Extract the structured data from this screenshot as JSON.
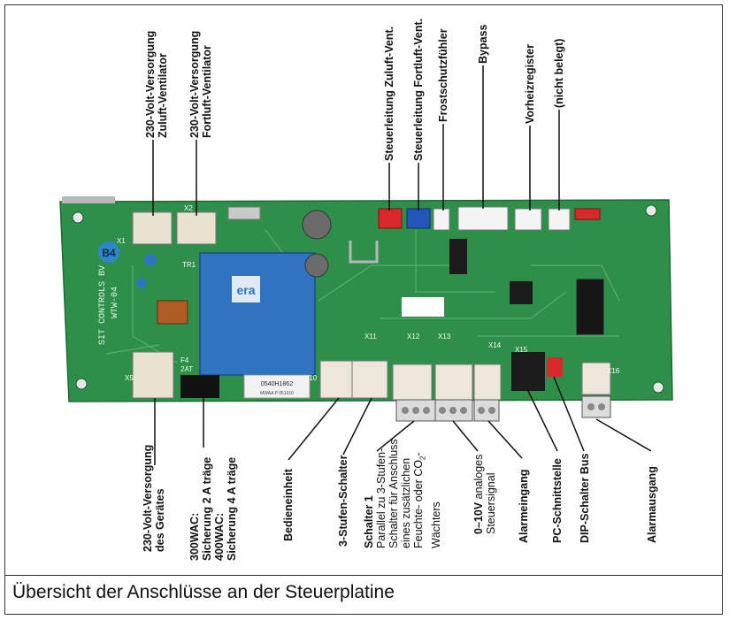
{
  "caption": "Übersicht der Anschlüsse an der Steuerplatine",
  "board": {
    "maker": "SIT CONTROLS BV",
    "model": "WTW-04",
    "badge": "B4",
    "transformer_code": "0540H1862",
    "transformer_sub": "MWAA P 051010",
    "colors": {
      "pcb": "#2e8f4a",
      "transformer": "#2f74c0",
      "red_conn": "#d9272a",
      "blue_conn": "#2456b8"
    },
    "connector_tags": {
      "x1": "X1",
      "x2": "X2",
      "x5": "X5",
      "x10": "X10",
      "x11": "X11",
      "x12": "X12",
      "x13": "X13",
      "x14": "X14",
      "x15": "X15",
      "x16": "X16",
      "f4": "F4",
      "f4b": "2AT",
      "tr1": "TR1"
    }
  },
  "top_labels": [
    {
      "line1": "230-Volt-Versorgung",
      "line2": "Zuluft-Ventilator"
    },
    {
      "line1": "230-Volt-Versorgung",
      "line2": "Fortluft-Ventilator"
    },
    {
      "line1": "Steuerleitung Zuluft-Vent."
    },
    {
      "line1": "Steuerleitung Fortluft-Vent."
    },
    {
      "line1": "Frostschutzfühler"
    },
    {
      "line1": "Bypass"
    },
    {
      "line1": "Vorheizregister"
    },
    {
      "line1": "(nicht belegt)"
    }
  ],
  "bottom_labels": {
    "supply_line1": "230-Volt-Versorgung",
    "supply_line2": "des Gerätes",
    "fuse_line1": "300WAC:",
    "fuse_line2": "Sicherung 2 A träge",
    "fuse_line3": "400WAC:",
    "fuse_line4": "Sicherung 4 A träge",
    "control_unit": "Bedieneinheit",
    "three_stage": "3-Stufen-Schalter",
    "switch1_title": "Schalter 1",
    "switch1_l1": "Parallel zu 3-Stufen-",
    "switch1_l2": "Schalter für Anschluss",
    "switch1_l3": "eines zusätzlichen",
    "switch1_l4": "Feuchte- oder CO",
    "switch1_sub": "2",
    "switch1_l4b": "-",
    "switch1_l5": "Wächters",
    "analog_bold": "0–10V",
    "analog_rest": " analoges",
    "analog_l2": "Steuersignal",
    "alarm_in": "Alarmeingang",
    "pc_port": "PC-Schnittstelle",
    "dip": "DIP-Schalter Bus",
    "alarm_out": "Alarmausgang"
  }
}
